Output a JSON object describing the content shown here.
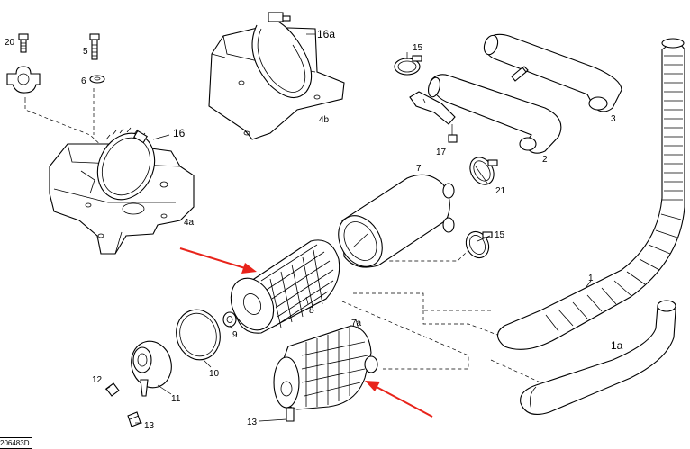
{
  "callouts": {
    "c20": "20",
    "c5": "5",
    "c6": "6",
    "c16a": "16a",
    "c4b": "4b",
    "c16": "16",
    "c4a": "4a",
    "c15a": "15",
    "c15b": "15",
    "c17": "17",
    "c3": "3",
    "c2": "2",
    "c7": "7",
    "c21": "21",
    "c1": "1",
    "c1a": "1a",
    "c7a": "7a",
    "c8": "8",
    "c9": "9",
    "c10": "10",
    "c11": "11",
    "c12": "12",
    "c13a": "13",
    "c13b": "13"
  },
  "reference_code": "206483D",
  "colors": {
    "line": "#000000",
    "arrow": "#e8231a",
    "background": "#ffffff"
  }
}
